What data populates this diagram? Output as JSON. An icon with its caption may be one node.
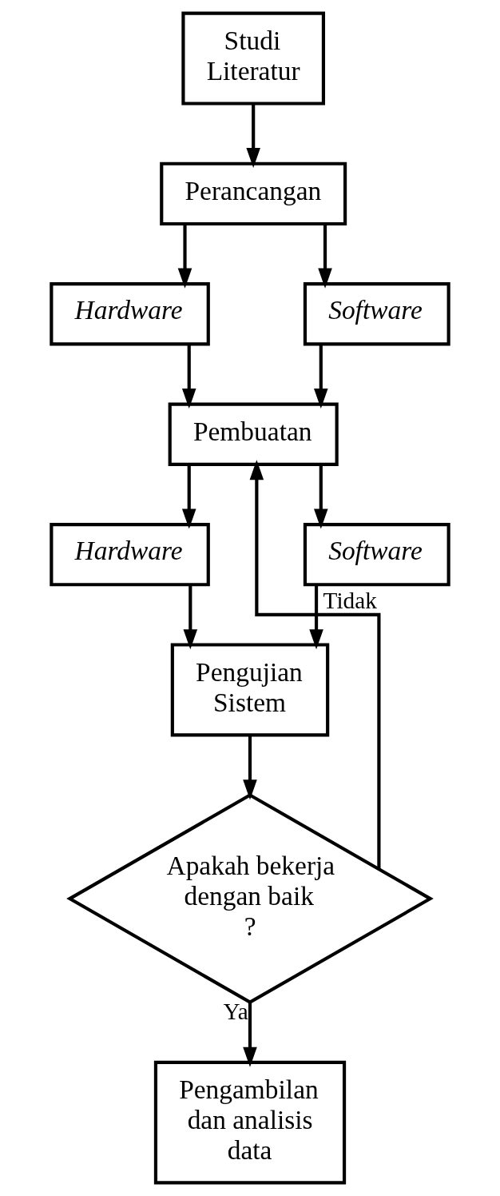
{
  "diagram": {
    "nodes": [
      {
        "text": [
          "Studi Literatur"
        ]
      },
      {
        "text": [
          "Perancangan"
        ]
      },
      {
        "text": [
          "Hardware"
        ]
      },
      {
        "text": [
          "Software"
        ]
      },
      {
        "text": [
          "Pembuatan"
        ]
      },
      {
        "text": [
          "Hardware"
        ]
      },
      {
        "text": [
          "Software"
        ]
      },
      {
        "text": [
          "Pengujian Sistem"
        ]
      },
      {
        "text": [
          "Apakah bekerja dengan baik ?"
        ]
      },
      {
        "text": [
          "Pengambilan dan analisis data"
        ]
      }
    ],
    "edges": [
      {
        "from": 0,
        "to": 1,
        "arrow": "to"
      },
      {
        "from": 1,
        "to": 2,
        "arrow": "to"
      },
      {
        "from": 1,
        "to": 3,
        "arrow": "to"
      },
      {
        "from": 2,
        "to": 4,
        "arrow": "to"
      },
      {
        "from": 3,
        "to": 4,
        "arrow": "to"
      },
      {
        "from": 4,
        "to": 5,
        "arrow": "to"
      },
      {
        "from": 4,
        "to": 6,
        "arrow": "to"
      },
      {
        "from": 5,
        "to": 7,
        "arrow": "to"
      },
      {
        "from": 6,
        "to": 7,
        "arrow": "to"
      },
      {
        "from": 7,
        "to": 8,
        "arrow": "to"
      },
      {
        "from": 8,
        "to": 9,
        "arrow": "to",
        "label": "Ya"
      },
      {
        "from": 8,
        "to": 4,
        "arrow": "to",
        "label": "Tidak"
      }
    ]
  }
}
